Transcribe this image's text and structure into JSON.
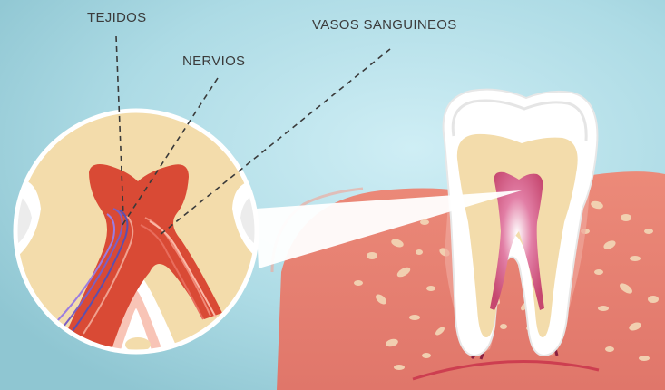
{
  "labels": {
    "tejidos": "TEJIDOS",
    "nervios": "NERVIOS",
    "vasos": "VASOS SANGUINEOS"
  },
  "colors": {
    "background": "#a8d6e0",
    "gum": "#e77f70",
    "enamel": "#ffffff",
    "dentin": "#f3dcab",
    "pulp": "#d94a35",
    "nerve": "#7a5fc4",
    "leader_line": "#3a3a3a"
  },
  "icons": [
    "tooth-icon",
    "magnifier-circle"
  ]
}
